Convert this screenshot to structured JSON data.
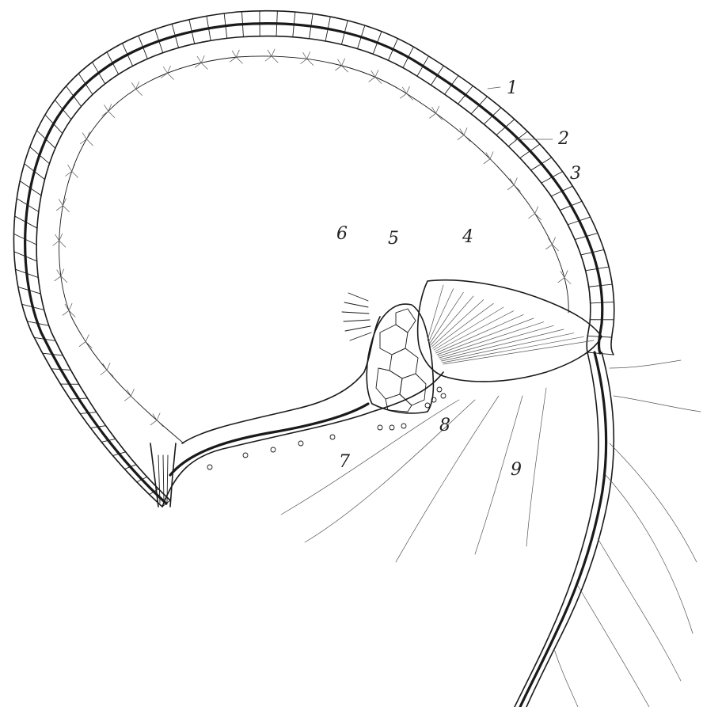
{
  "figure": {
    "labels": [
      {
        "id": "1",
        "text": "1"
      },
      {
        "id": "2",
        "text": "2"
      },
      {
        "id": "3",
        "text": "3"
      },
      {
        "id": "4",
        "text": "4"
      },
      {
        "id": "5",
        "text": "5"
      },
      {
        "id": "6",
        "text": "6"
      },
      {
        "id": "7",
        "text": "7"
      },
      {
        "id": "8",
        "text": "8"
      },
      {
        "id": "9",
        "text": "9"
      }
    ],
    "ink_color": "#1a1a1a",
    "background_color": "#ffffff"
  }
}
